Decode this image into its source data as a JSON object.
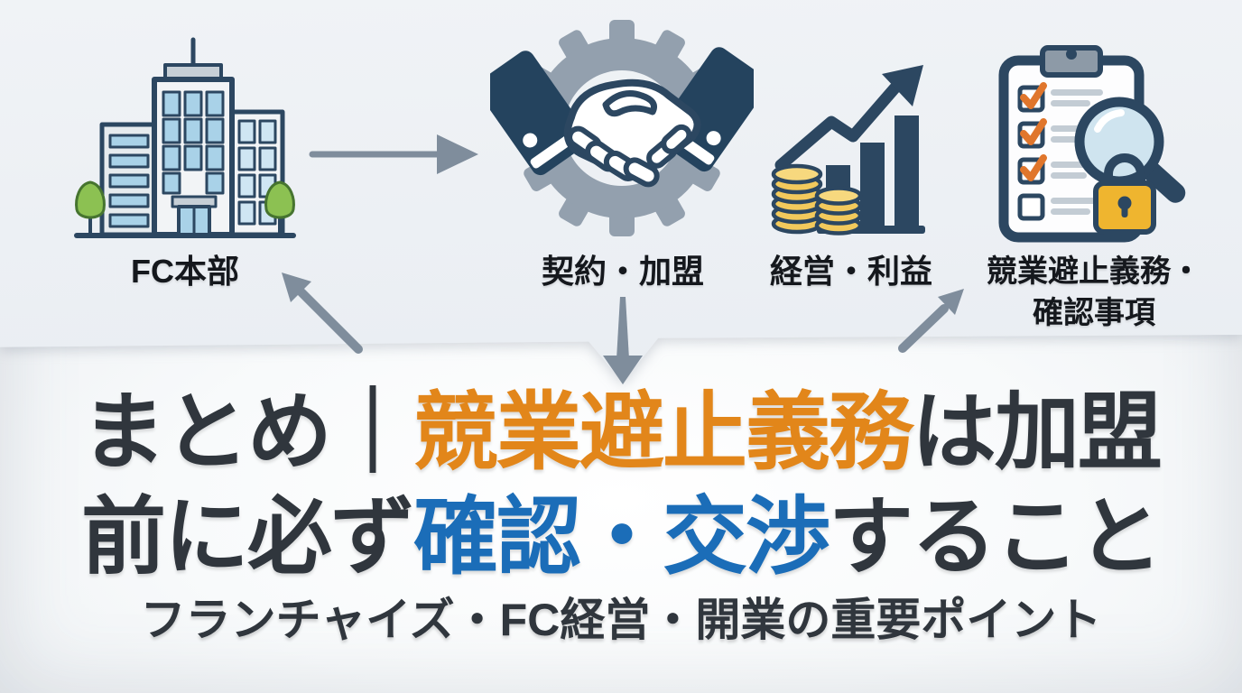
{
  "flow": {
    "nodes": [
      {
        "id": "fc-headquarters",
        "label": "FC本部",
        "icon": "office-building-icon"
      },
      {
        "id": "contract-joining",
        "label": "契約・加盟",
        "icon": "handshake-gears-icon"
      },
      {
        "id": "management-profit",
        "label": "経営・利益",
        "icon": "growth-chart-coins-icon"
      },
      {
        "id": "noncompete-checklist",
        "label": "競業避止義務・確認事項",
        "label_line1": "競業避止義務・",
        "label_line2": "確認事項",
        "icon": "checklist-magnifier-lock-icon"
      }
    ],
    "arrows": [
      {
        "name": "arrow-building-to-handshake",
        "direction": "right"
      },
      {
        "name": "arrow-handshake-to-summary",
        "direction": "down"
      },
      {
        "name": "arrow-summary-to-building",
        "direction": "up-left"
      },
      {
        "name": "arrow-summary-to-checklist",
        "direction": "up-right"
      }
    ]
  },
  "headline": {
    "line1": [
      {
        "text": "まとめ｜",
        "color": "dark"
      },
      {
        "text": "競業避止義務",
        "color": "orange"
      },
      {
        "text": "は加盟",
        "color": "dark"
      }
    ],
    "line2": [
      {
        "text": "前に必ず",
        "color": "dark"
      },
      {
        "text": "確認・交渉",
        "color": "blue"
      },
      {
        "text": "すること",
        "color": "dark"
      }
    ],
    "subtitle": "フランチャイズ・FC経営・開業の重要ポイント"
  },
  "colors": {
    "accent_orange": "#e2861a",
    "accent_blue": "#1b6db8",
    "text_dark": "#30363d",
    "label_black": "#15181d",
    "arrow_gray": "#7f8d9c",
    "icon_navy": "#2c4761",
    "gear_gray": "#93a0ae",
    "coin_gold": "#f2c95c",
    "window_blue": "#a9d2e8",
    "tree_green": "#8cc152",
    "check_orange": "#e0762c",
    "lock_gold": "#efb52f",
    "band_bg": "#e9edf2",
    "bottom_bg": "#fafbfc"
  }
}
